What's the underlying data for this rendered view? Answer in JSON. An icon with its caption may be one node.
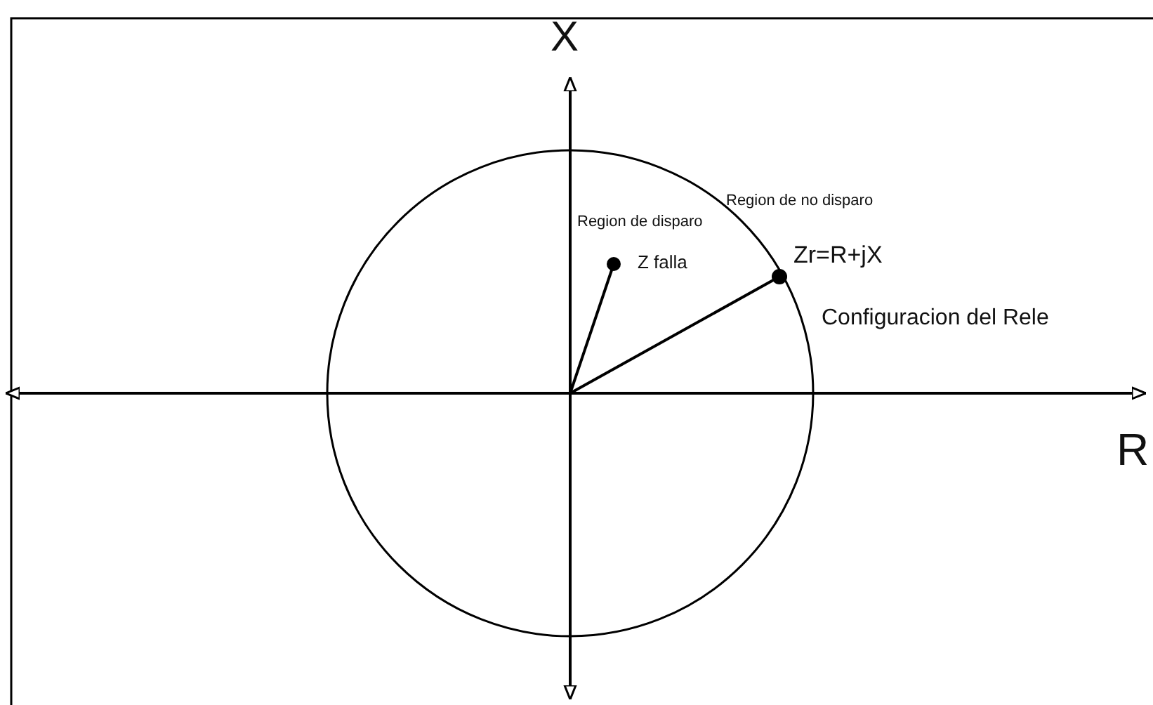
{
  "diagram": {
    "labels": [
      "X",
      "Region de no disparo",
      "Region de disparo",
      "Zr=R+jX",
      "Z falla",
      "Configuracion del Rele",
      "R"
    ]
  }
}
